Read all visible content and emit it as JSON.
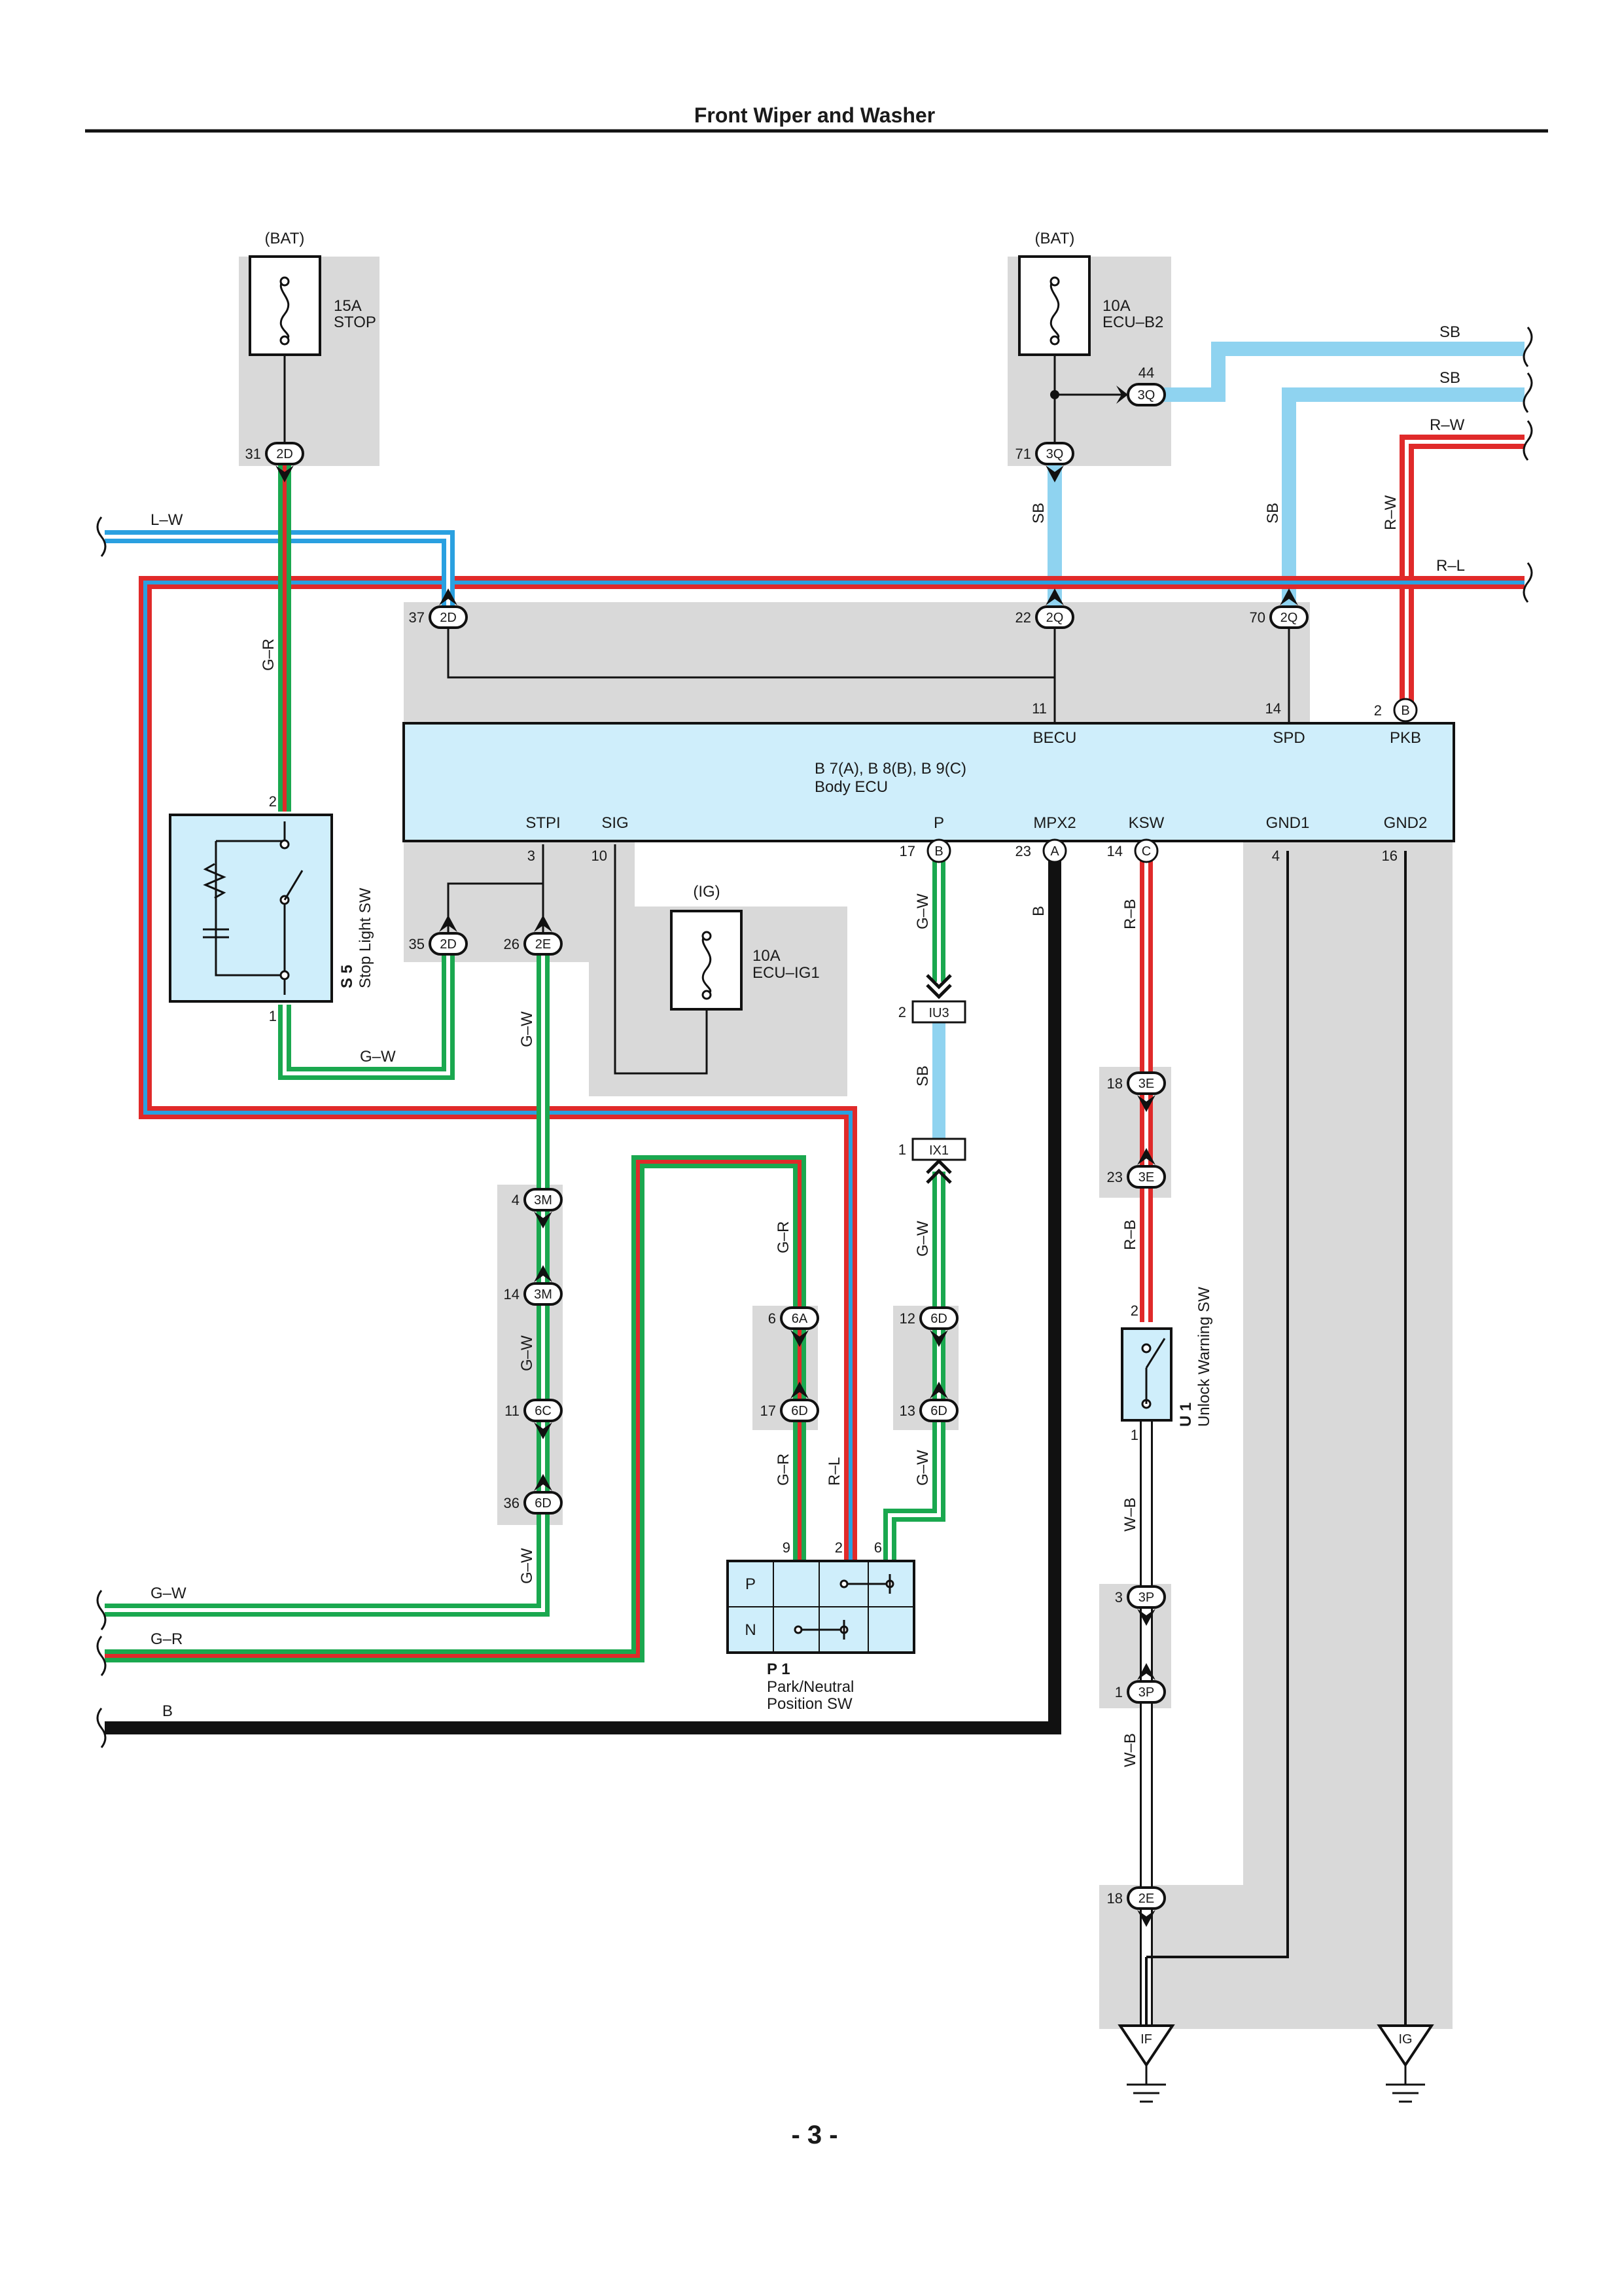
{
  "title": "Front Wiper and Washer",
  "page_number": "- 3 -",
  "colors": {
    "SB": "#8fd3f0",
    "G": "#1aa84f",
    "R": "#e02a2a",
    "L": "#2aa0e0",
    "B": "#111111",
    "W": "#ffffff",
    "shade": "#d9d9d9",
    "ecu_fill": "#cfeefb"
  },
  "power": {
    "bat1": "(BAT)",
    "fuse1_rating": "15A",
    "fuse1_name": "STOP",
    "bat2": "(BAT)",
    "fuse2_rating": "10A",
    "fuse2_name": "ECU–B2",
    "ig": "(IG)",
    "fuse3_rating": "10A",
    "fuse3_name": "ECU–IG1"
  },
  "ecu": {
    "code": "B 7(A), B 8(B), B 9(C)",
    "name": "Body ECU",
    "terminals_top": [
      "BECU",
      "SPD",
      "PKB"
    ],
    "terminals_bottom": [
      "STPI",
      "SIG",
      "P",
      "MPX2",
      "KSW",
      "GND1",
      "GND2"
    ]
  },
  "wires": {
    "lw": "L–W",
    "rl": "R–L",
    "sb1": "SB",
    "sb2": "SB",
    "rw_right": "R–W",
    "sb_v1": "SB",
    "sb_v2": "SB",
    "rw_v": "R–W",
    "gr_v1": "G–R",
    "gw_h1": "G–W",
    "gw_v1": "G–W",
    "gw_v2": "G–W",
    "gw_v3": "G–W",
    "gw_p": "G–W",
    "sb_p": "SB",
    "gw_p2": "G–W",
    "gw_p3": "G–W",
    "b_v": "B",
    "rb_v1": "R–B",
    "rb_v2": "R–B",
    "wb_v1": "W–B",
    "wb_v2": "W–B",
    "gr_v2": "G–R",
    "gr_v3": "G–R",
    "rl_v": "R–L",
    "gw_left": "G–W",
    "gr_left": "G–R",
    "b_left": "B"
  },
  "connectors": {
    "c2d_31": "2D",
    "c3q_44": "3Q",
    "c3q_71": "3Q",
    "c2d_37": "2D",
    "c2q_22": "2Q",
    "c2q_70": "2Q",
    "cb_2": "B",
    "c2d_35": "2D",
    "c2e_26": "2E",
    "cb_17": "B",
    "ca_23": "A",
    "cc_14": "C",
    "iu3": "IU3",
    "ix1": "IX1",
    "c3m_4": "3M",
    "c3m_14": "3M",
    "c6c_11": "6C",
    "c6d_36": "6D",
    "c6a_6": "6A",
    "c6d_17": "6D",
    "c6d_12": "6D",
    "c6d_13": "6D",
    "c3e_18": "3E",
    "c3e_23": "3E",
    "c3p_3": "3P",
    "c3p_1": "3P",
    "c2e_18": "2E"
  },
  "pins": {
    "p31": "31",
    "p44": "44",
    "p71": "71",
    "p37": "37",
    "p22": "22",
    "p70": "70",
    "p11": "11",
    "p14t": "14",
    "p2t": "2",
    "p3": "3",
    "p10": "10",
    "p17": "17",
    "p23": "23",
    "p14b": "14",
    "p4": "4",
    "p16": "16",
    "p35": "35",
    "p26": "26",
    "s5_2": "2",
    "s5_1": "1",
    "iu3_2": "2",
    "ix1_1": "1",
    "m4": "4",
    "m14": "14",
    "c11": "11",
    "d36": "36",
    "a6": "6",
    "d17": "17",
    "d12": "12",
    "d13": "13",
    "e18": "18",
    "e23": "23",
    "u2": "2",
    "u1": "1",
    "pp3": "3",
    "pp1": "1",
    "e2_18": "18",
    "p1_9": "9",
    "p1_2": "2",
    "p1_6": "6"
  },
  "components": {
    "s5_code": "S 5",
    "s5_name": "Stop Light SW",
    "u1_code": "U 1",
    "u1_name": "Unlock Warning SW",
    "p1_code": "P 1",
    "p1_name1": "Park/Neutral",
    "p1_name2": "Position SW",
    "p1_p": "P",
    "p1_n": "N"
  },
  "grounds": {
    "g1": "IF",
    "g2": "IG"
  }
}
